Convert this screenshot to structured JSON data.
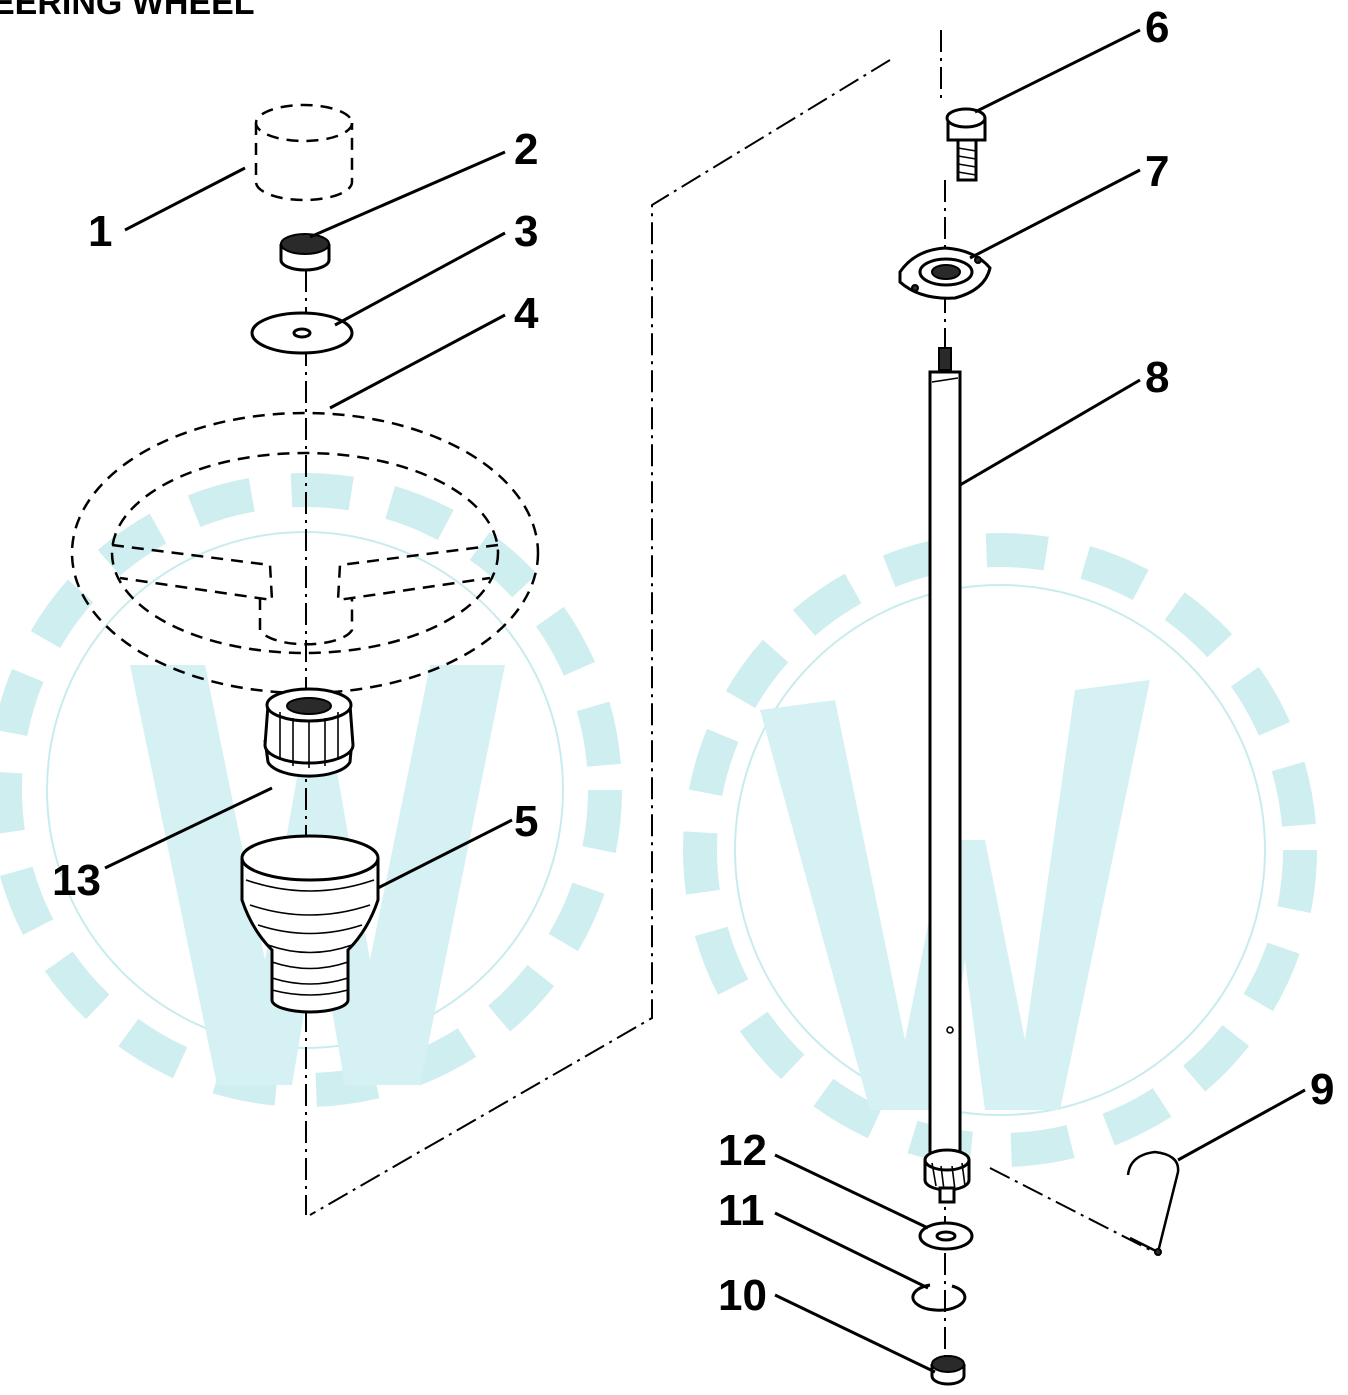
{
  "diagram": {
    "title": "EERING WHEEL",
    "watermark_color": "#cfeef0",
    "line_color": "#000000",
    "callouts": [
      {
        "id": "callout-1",
        "label": "1"
      },
      {
        "id": "callout-2",
        "label": "2"
      },
      {
        "id": "callout-3",
        "label": "3"
      },
      {
        "id": "callout-4",
        "label": "4"
      },
      {
        "id": "callout-5",
        "label": "5"
      },
      {
        "id": "callout-6",
        "label": "6"
      },
      {
        "id": "callout-7",
        "label": "7"
      },
      {
        "id": "callout-8",
        "label": "8"
      },
      {
        "id": "callout-9",
        "label": "9"
      },
      {
        "id": "callout-10",
        "label": "10"
      },
      {
        "id": "callout-11",
        "label": "11"
      },
      {
        "id": "callout-12",
        "label": "12"
      },
      {
        "id": "callout-13",
        "label": "13"
      }
    ]
  }
}
